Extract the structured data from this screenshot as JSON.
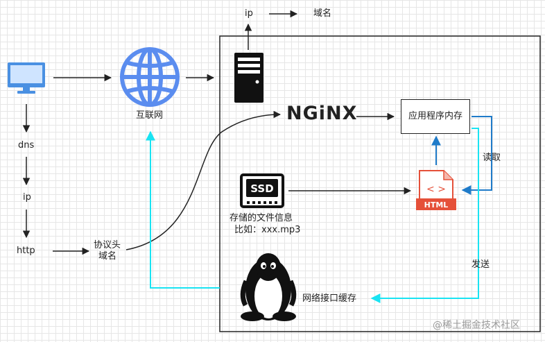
{
  "nodes": {
    "ip_top": "ip",
    "domain_top": "域名",
    "internet": "互联网",
    "dns": "dns",
    "ip_left": "ip",
    "http": "http",
    "protocol_header": "协议头",
    "protocol_domain": "域名",
    "nginx": "NGiNX",
    "app_memory": "应用程序内存",
    "read": "读取",
    "ssd_text": "SSD",
    "storage_info_line1": "存储的文件信息",
    "storage_info_line2": "比如：xxx.mp3",
    "html_text": "HTML",
    "html_symbol": "< >",
    "send": "发送",
    "network_cache": "网络接口缓存"
  },
  "colors": {
    "stroke": "#222222",
    "globe": "#5b8def",
    "monitor": "#4a90e2",
    "cyan_line": "#19e3f2",
    "blue_line": "#1f7bc9",
    "html_red": "#e55039"
  },
  "watermark": "@稀土掘金技术社区"
}
